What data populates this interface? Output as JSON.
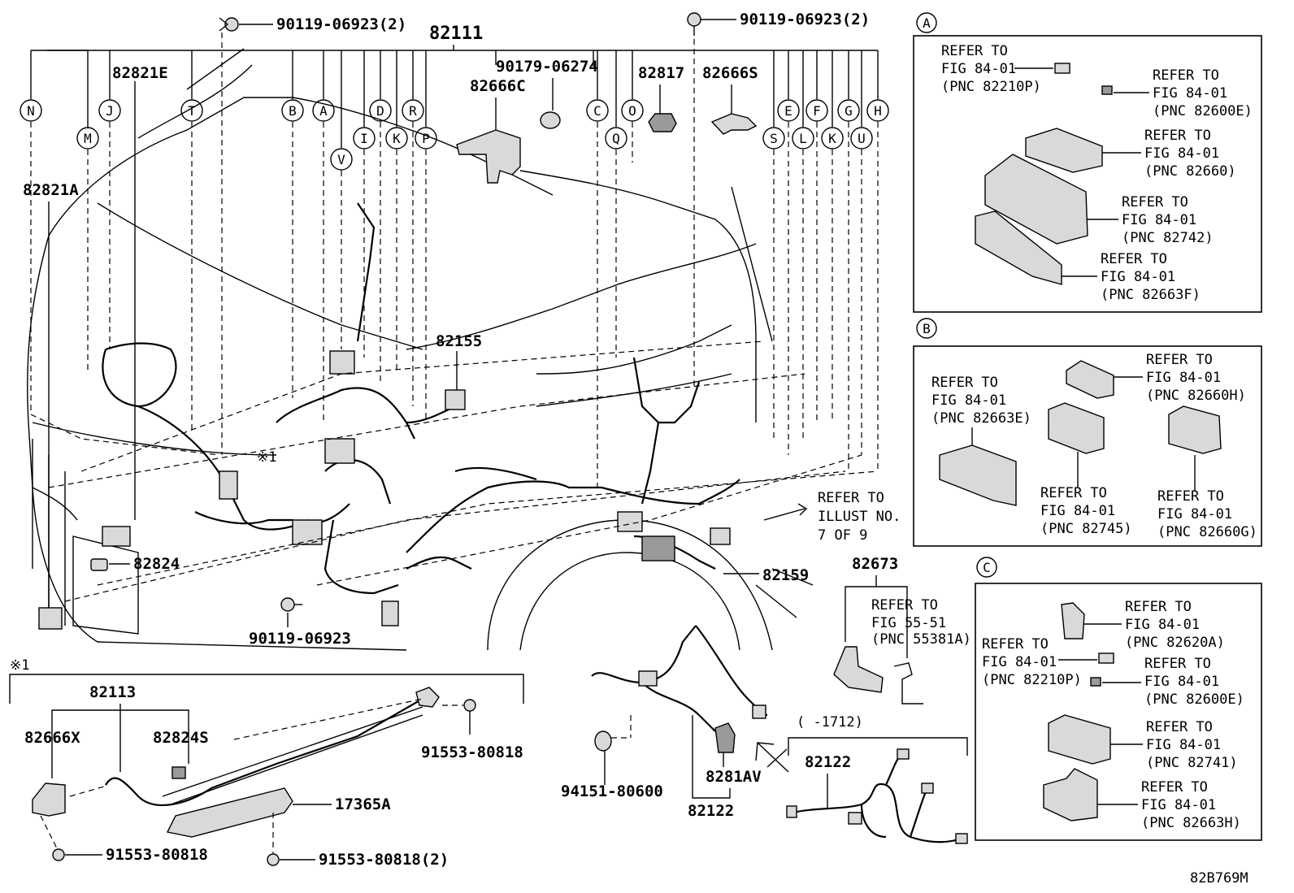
{
  "diagram_id": "82B769M",
  "top_callouts": [
    "N",
    "M",
    "J",
    "T",
    "B",
    "A",
    "V",
    "I",
    "D",
    "K",
    "R",
    "P",
    "C",
    "Q",
    "O",
    "S",
    "E",
    "L",
    "F",
    "K",
    "G",
    "U",
    "H"
  ],
  "main_parts": {
    "harness_main": "82111",
    "bolt_left_top": "90119-06923(2)",
    "bolt_right_top": "90119-06923(2)",
    "bolt_bottom": "90119-06923",
    "clip_82821E": "82821E",
    "clip_82821A": "82821A",
    "grommet_90179": "90179-06274",
    "bracket_82666C": "82666C",
    "clamp_82817": "82817",
    "clamp_82666S": "82666S",
    "wire_82155": "82155",
    "wire_82159": "82159",
    "clip_82824": "82824",
    "note_mark": "※1"
  },
  "refer_illust": [
    "REFER TO",
    "ILLUST NO.",
    "7 OF 9"
  ],
  "panel_a": {
    "letter": "A",
    "refs": [
      {
        "l1": "REFER TO",
        "l2": "FIG 84-01",
        "l3": "(PNC 82210P)"
      },
      {
        "l1": "REFER TO",
        "l2": "FIG 84-01",
        "l3": "(PNC 82600E)"
      },
      {
        "l1": "REFER TO",
        "l2": "FIG 84-01",
        "l3": "(PNC 82660)"
      },
      {
        "l1": "REFER TO",
        "l2": "FIG 84-01",
        "l3": "(PNC 82742)"
      },
      {
        "l1": "REFER TO",
        "l2": "FIG 84-01",
        "l3": "(PNC 82663F)"
      }
    ]
  },
  "panel_b": {
    "letter": "B",
    "refs": [
      {
        "l1": "REFER TO",
        "l2": "FIG 84-01",
        "l3": "(PNC 82660H)"
      },
      {
        "l1": "REFER TO",
        "l2": "FIG 84-01",
        "l3": "(PNC 82663E)"
      },
      {
        "l1": "REFER TO",
        "l2": "FIG 84-01",
        "l3": "(PNC 82745)"
      },
      {
        "l1": "REFER TO",
        "l2": "FIG 84-01",
        "l3": "(PNC 82660G)"
      }
    ]
  },
  "panel_c": {
    "letter": "C",
    "refs": [
      {
        "l1": "REFER TO",
        "l2": "FIG 84-01",
        "l3": "(PNC 82620A)"
      },
      {
        "l1": "REFER TO",
        "l2": "FIG 84-01",
        "l3": "(PNC 82210P)"
      },
      {
        "l1": "REFER TO",
        "l2": "FIG 84-01",
        "l3": "(PNC 82600E)"
      },
      {
        "l1": "REFER TO",
        "l2": "FIG 84-01",
        "l3": "(PNC 82741)"
      },
      {
        "l1": "REFER TO",
        "l2": "FIG 84-01",
        "l3": "(PNC 82663H)"
      }
    ]
  },
  "detail_1": {
    "mark": "※1",
    "harness": "82113",
    "bracket": "82666X",
    "clip": "82824S",
    "bolt_right": "91553-80818",
    "bolt_left": "91553-80818",
    "bolt_bottom": "91553-80818(2)",
    "cover": "17365A"
  },
  "wheel_section": {
    "grommet": "94151-80600",
    "sensor": "8281AV",
    "harness": "82122"
  },
  "part_82673": {
    "pn": "82673",
    "l1": "REFER TO",
    "l2": "FIG 55-51",
    "l3": "(PNC 55381A)"
  },
  "inset_82122": {
    "range": "(   -1712)",
    "pn": "82122"
  }
}
